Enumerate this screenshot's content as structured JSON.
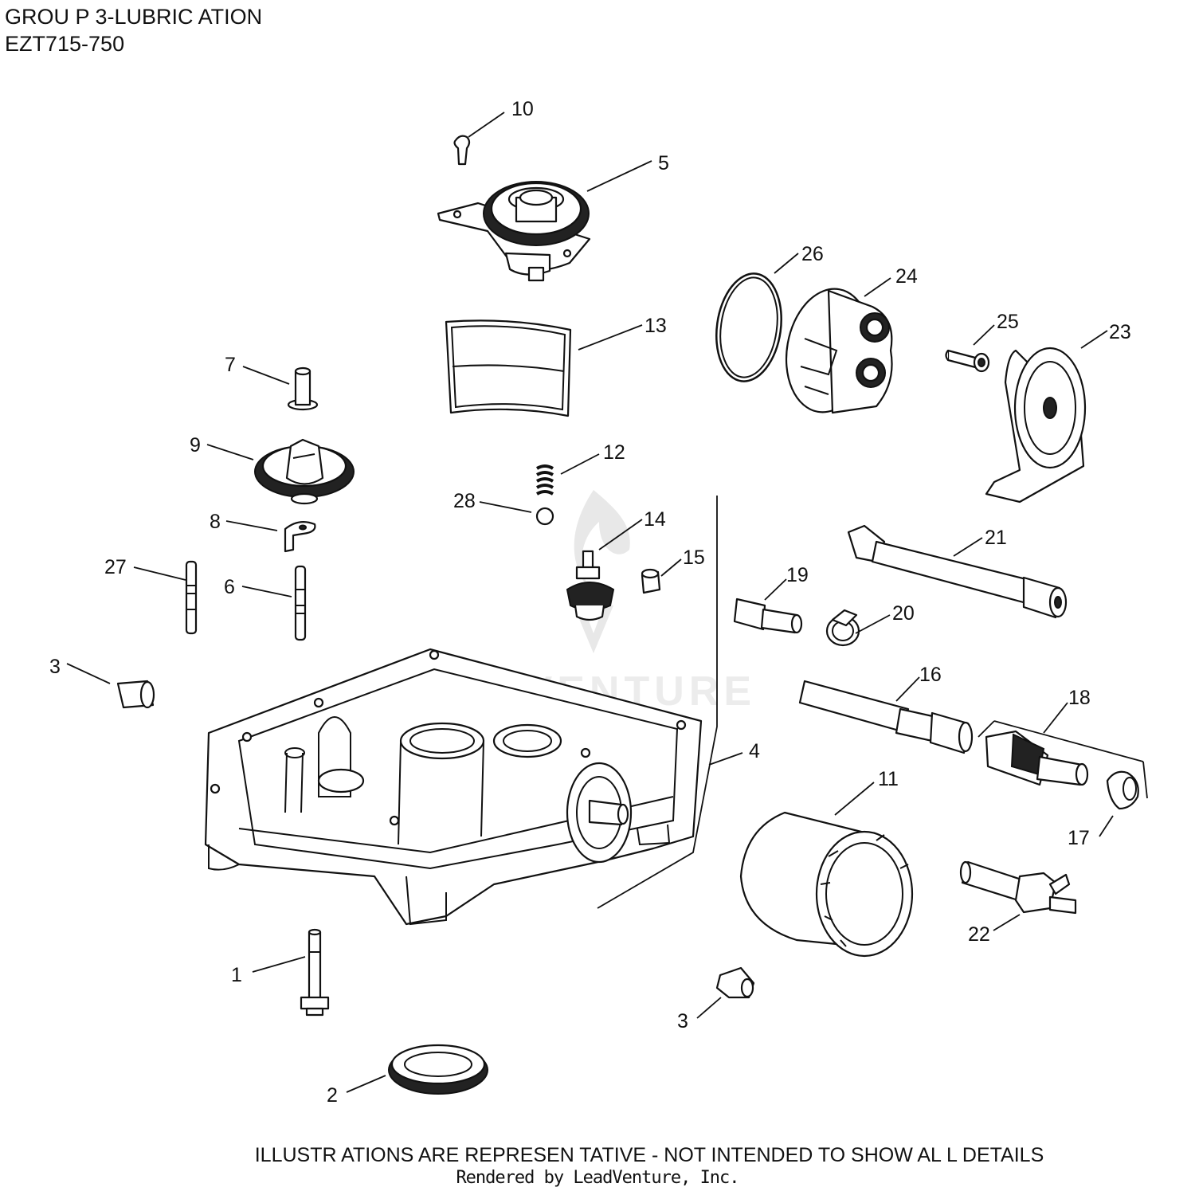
{
  "header": {
    "title": "GROU P 3-LUBRIC ATION",
    "model": "EZT715-750"
  },
  "watermark": "LEADVENTURE",
  "callouts": [
    {
      "id": "c10",
      "label": "10"
    },
    {
      "id": "c5",
      "label": "5"
    },
    {
      "id": "c26",
      "label": "26"
    },
    {
      "id": "c24",
      "label": "24"
    },
    {
      "id": "c25",
      "label": "25"
    },
    {
      "id": "c23",
      "label": "23"
    },
    {
      "id": "c13",
      "label": "13"
    },
    {
      "id": "c7",
      "label": "7"
    },
    {
      "id": "c9",
      "label": "9"
    },
    {
      "id": "c12",
      "label": "12"
    },
    {
      "id": "c28",
      "label": "28"
    },
    {
      "id": "c14",
      "label": "14"
    },
    {
      "id": "c8",
      "label": "8"
    },
    {
      "id": "c15",
      "label": "15"
    },
    {
      "id": "c27",
      "label": "27"
    },
    {
      "id": "c6",
      "label": "6"
    },
    {
      "id": "c21",
      "label": "21"
    },
    {
      "id": "c19",
      "label": "19"
    },
    {
      "id": "c20",
      "label": "20"
    },
    {
      "id": "c3a",
      "label": "3"
    },
    {
      "id": "c16",
      "label": "16"
    },
    {
      "id": "c18",
      "label": "18"
    },
    {
      "id": "c4",
      "label": "4"
    },
    {
      "id": "c11",
      "label": "11"
    },
    {
      "id": "c17",
      "label": "17"
    },
    {
      "id": "c22",
      "label": "22"
    },
    {
      "id": "c1",
      "label": "1"
    },
    {
      "id": "c3b",
      "label": "3"
    },
    {
      "id": "c2",
      "label": "2"
    }
  ],
  "footer": {
    "disclaimer": "ILLUSTR ATIONS  ARE REPRESEN  TATIVE - NOT INTENDED    TO SHOW  AL L DETAILS",
    "credit": "Rendered by LeadVenture, Inc."
  }
}
